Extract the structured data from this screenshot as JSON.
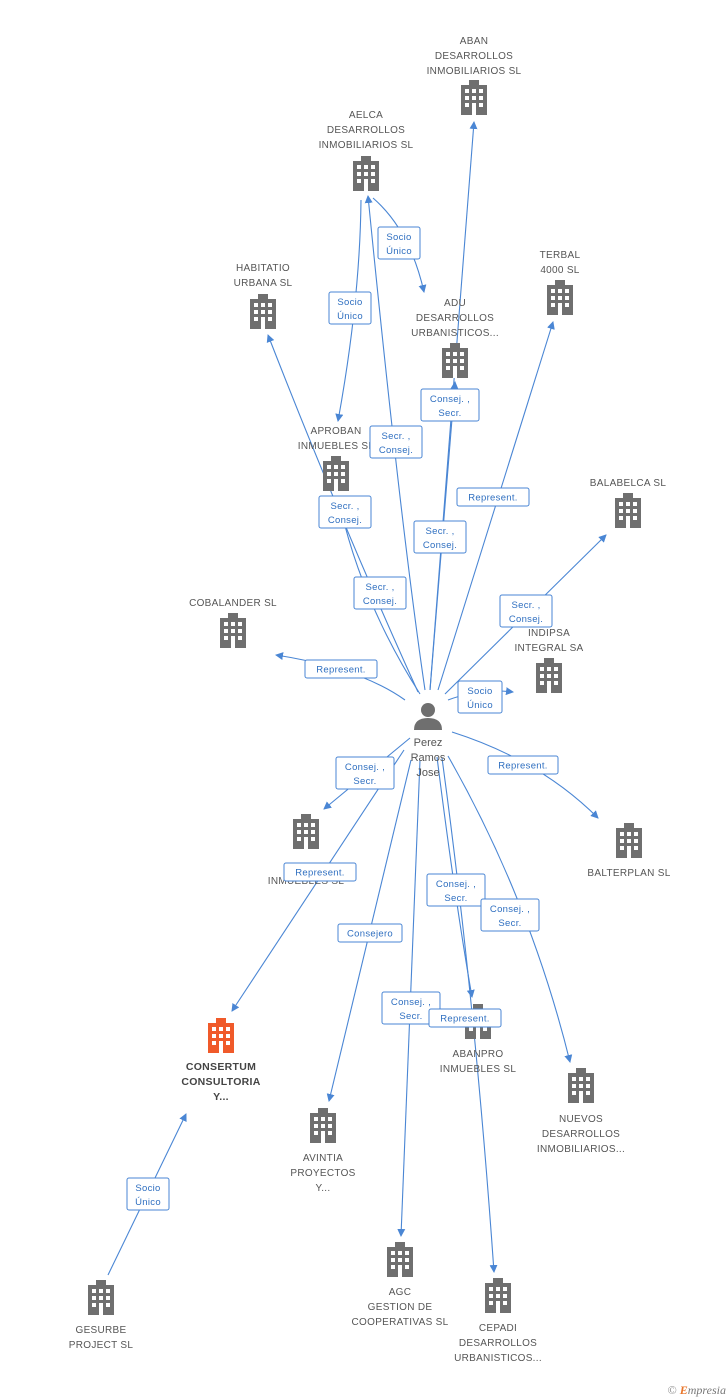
{
  "center": {
    "label": [
      "Perez",
      "Ramos",
      "Jose"
    ]
  },
  "companies": [
    {
      "id": "aban",
      "label": [
        "ABAN",
        "DESARROLLOS",
        "INMOBILIARIOS SL"
      ]
    },
    {
      "id": "aelca",
      "label": [
        "AELCA",
        "DESARROLLOS",
        "INMOBILIARIOS SL"
      ]
    },
    {
      "id": "habitatio",
      "label": [
        "HABITATIO",
        "URBANA  SL"
      ]
    },
    {
      "id": "terbal",
      "label": [
        "TERBAL",
        "4000 SL"
      ]
    },
    {
      "id": "adu",
      "label": [
        "ADU",
        "DESARROLLOS",
        "URBANISTICOS..."
      ]
    },
    {
      "id": "aproban",
      "label": [
        "APROBAN",
        "INMUEBLES  SL"
      ]
    },
    {
      "id": "balabelca",
      "label": [
        "BALABELCA  SL"
      ]
    },
    {
      "id": "cobalander",
      "label": [
        "COBALANDER SL"
      ]
    },
    {
      "id": "indipsa",
      "label": [
        "INDIPSA",
        "INTEGRAL SA"
      ]
    },
    {
      "id": "balterplan",
      "label": [
        "BALTERPLAN SL"
      ]
    },
    {
      "id": "inmuebles",
      "label": [
        "INMUEBLES SL"
      ]
    },
    {
      "id": "consertum",
      "label": [
        "CONSERTUM",
        "CONSULTORIA",
        "Y..."
      ],
      "highlight": true
    },
    {
      "id": "abanpro",
      "label": [
        "ABANPRO",
        "INMUEBLES SL"
      ]
    },
    {
      "id": "nuevos",
      "label": [
        "NUEVOS",
        "DESARROLLOS",
        "INMOBILIARIOS..."
      ]
    },
    {
      "id": "avintia",
      "label": [
        "AVINTIA",
        "PROYECTOS",
        "Y..."
      ]
    },
    {
      "id": "agc",
      "label": [
        "AGC",
        "GESTION DE",
        "COOPERATIVAS SL"
      ]
    },
    {
      "id": "cepadi",
      "label": [
        "CEPADI",
        "DESARROLLOS",
        "URBANISTICOS..."
      ]
    },
    {
      "id": "gesurbe",
      "label": [
        "GESURBE",
        "PROJECT SL"
      ]
    }
  ],
  "relations": [
    {
      "target": "aban",
      "lines": [
        "Consej. ,",
        "Secr."
      ]
    },
    {
      "target": "aelca",
      "lines": [
        "Secr. ,",
        "Consej."
      ]
    },
    {
      "target": "aelca_adu",
      "lines": [
        "Socio",
        "Único"
      ]
    },
    {
      "target": "aelca_aproban",
      "lines": [
        "Socio",
        "Único"
      ]
    },
    {
      "target": "habitatio",
      "lines": [
        "Secr. ,",
        "Consej."
      ]
    },
    {
      "target": "terbal",
      "lines": [
        "Represent."
      ]
    },
    {
      "target": "adu",
      "lines": [
        "Secr. ,",
        "Consej."
      ]
    },
    {
      "target": "aproban",
      "lines": [
        "Secr. ,",
        "Consej."
      ]
    },
    {
      "target": "balabelca",
      "lines": [
        "Secr. ,",
        "Consej."
      ]
    },
    {
      "target": "cobalander",
      "lines": [
        "Represent."
      ]
    },
    {
      "target": "indipsa",
      "lines": [
        "Socio",
        "Único"
      ]
    },
    {
      "target": "balterplan",
      "lines": [
        "Represent."
      ]
    },
    {
      "target": "inmuebles",
      "lines": [
        "Consej. ,",
        "Secr."
      ]
    },
    {
      "target": "consertum",
      "lines": [
        "Represent."
      ]
    },
    {
      "target": "abanpro_a",
      "lines": [
        "Consej. ,",
        "Secr."
      ]
    },
    {
      "target": "nuevos",
      "lines": [
        "Consej. ,",
        "Secr."
      ]
    },
    {
      "target": "avintia",
      "lines": [
        "Consejero"
      ]
    },
    {
      "target": "agc",
      "lines": [
        "Consej. ,",
        "Secr."
      ]
    },
    {
      "target": "cepadi",
      "lines": [
        "Represent."
      ]
    },
    {
      "target": "gesurbe",
      "lines": [
        "Socio",
        "Único"
      ]
    }
  ],
  "colors": {
    "edge": "#4a86d4",
    "building": "#6f6f6f",
    "highlight": "#f05a2a"
  },
  "footer": {
    "copyright": "©",
    "brand_e": "E",
    "brand_rest": "mpresia"
  }
}
